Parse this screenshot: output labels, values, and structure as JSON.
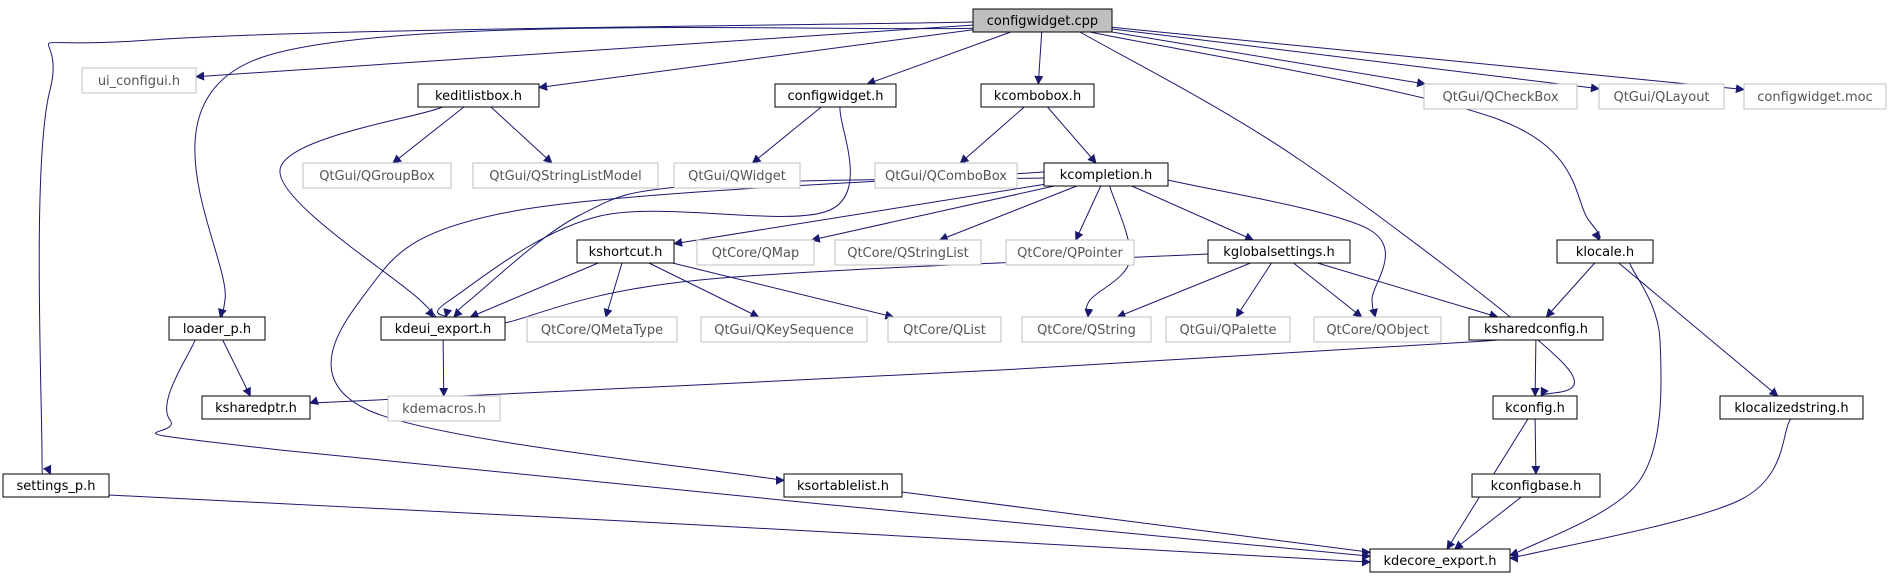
{
  "graph": {
    "nodes": [
      {
        "id": "configwidget_cpp",
        "label": "configwidget.cpp",
        "style": "root"
      },
      {
        "id": "ui_configui_h",
        "label": "ui_configui.h",
        "style": "external"
      },
      {
        "id": "keditlistbox_h",
        "label": "keditlistbox.h",
        "style": "normal"
      },
      {
        "id": "configwidget_h",
        "label": "configwidget.h",
        "style": "normal"
      },
      {
        "id": "kcombobox_h",
        "label": "kcombobox.h",
        "style": "normal"
      },
      {
        "id": "qcheckbox",
        "label": "QtGui/QCheckBox",
        "style": "external"
      },
      {
        "id": "qlayout",
        "label": "QtGui/QLayout",
        "style": "external"
      },
      {
        "id": "configwidget_moc",
        "label": "configwidget.moc",
        "style": "external"
      },
      {
        "id": "qgroupbox",
        "label": "QtGui/QGroupBox",
        "style": "external"
      },
      {
        "id": "qstringlistmodel",
        "label": "QtGui/QStringListModel",
        "style": "external"
      },
      {
        "id": "qwidget",
        "label": "QtGui/QWidget",
        "style": "external"
      },
      {
        "id": "qcombobox",
        "label": "QtGui/QComboBox",
        "style": "external"
      },
      {
        "id": "kcompletion_h",
        "label": "kcompletion.h",
        "style": "normal"
      },
      {
        "id": "kshortcut_h",
        "label": "kshortcut.h",
        "style": "normal"
      },
      {
        "id": "qmap",
        "label": "QtCore/QMap",
        "style": "external"
      },
      {
        "id": "qstringlist",
        "label": "QtCore/QStringList",
        "style": "external"
      },
      {
        "id": "qpointer",
        "label": "QtCore/QPointer",
        "style": "external"
      },
      {
        "id": "kglobalsettings_h",
        "label": "kglobalsettings.h",
        "style": "normal"
      },
      {
        "id": "klocale_h",
        "label": "klocale.h",
        "style": "normal"
      },
      {
        "id": "loader_p_h",
        "label": "loader_p.h",
        "style": "normal"
      },
      {
        "id": "kdeui_export_h",
        "label": "kdeui_export.h",
        "style": "normal"
      },
      {
        "id": "qmetatype",
        "label": "QtCore/QMetaType",
        "style": "external"
      },
      {
        "id": "qkeysequence",
        "label": "QtGui/QKeySequence",
        "style": "external"
      },
      {
        "id": "qlist",
        "label": "QtCore/QList",
        "style": "external"
      },
      {
        "id": "qstring",
        "label": "QtCore/QString",
        "style": "external"
      },
      {
        "id": "qpalette",
        "label": "QtGui/QPalette",
        "style": "external"
      },
      {
        "id": "qobject",
        "label": "QtCore/QObject",
        "style": "external"
      },
      {
        "id": "ksharedconfig_h",
        "label": "ksharedconfig.h",
        "style": "normal"
      },
      {
        "id": "ksharedptr_h",
        "label": "ksharedptr.h",
        "style": "normal"
      },
      {
        "id": "kdemacros_h",
        "label": "kdemacros.h",
        "style": "external"
      },
      {
        "id": "kconfig_h",
        "label": "kconfig.h",
        "style": "normal"
      },
      {
        "id": "klocalizedstring_h",
        "label": "klocalizedstring.h",
        "style": "normal"
      },
      {
        "id": "settings_p_h",
        "label": "settings_p.h",
        "style": "normal"
      },
      {
        "id": "ksortablelist_h",
        "label": "ksortablelist.h",
        "style": "normal"
      },
      {
        "id": "kconfigbase_h",
        "label": "kconfigbase.h",
        "style": "normal"
      },
      {
        "id": "kdecore_export_h",
        "label": "kdecore_export.h",
        "style": "normal"
      }
    ],
    "edges": [
      [
        "configwidget_cpp",
        "ui_configui_h"
      ],
      [
        "configwidget_cpp",
        "keditlistbox_h"
      ],
      [
        "configwidget_cpp",
        "configwidget_h"
      ],
      [
        "configwidget_cpp",
        "kcombobox_h"
      ],
      [
        "configwidget_cpp",
        "qcheckbox"
      ],
      [
        "configwidget_cpp",
        "qlayout"
      ],
      [
        "configwidget_cpp",
        "configwidget_moc"
      ],
      [
        "configwidget_cpp",
        "klocale_h"
      ],
      [
        "configwidget_cpp",
        "kconfig_h"
      ],
      [
        "configwidget_cpp",
        "loader_p_h"
      ],
      [
        "configwidget_cpp",
        "settings_p_h"
      ],
      [
        "keditlistbox_h",
        "qgroupbox"
      ],
      [
        "keditlistbox_h",
        "qstringlistmodel"
      ],
      [
        "keditlistbox_h",
        "kdeui_export_h"
      ],
      [
        "configwidget_h",
        "qwidget"
      ],
      [
        "configwidget_h",
        "kdeui_export_h"
      ],
      [
        "kcombobox_h",
        "qcombobox"
      ],
      [
        "kcombobox_h",
        "kcompletion_h"
      ],
      [
        "kcompletion_h",
        "kshortcut_h"
      ],
      [
        "kcompletion_h",
        "qmap"
      ],
      [
        "kcompletion_h",
        "qstringlist"
      ],
      [
        "kcompletion_h",
        "qpointer"
      ],
      [
        "kcompletion_h",
        "kglobalsettings_h"
      ],
      [
        "kcompletion_h",
        "qstring"
      ],
      [
        "kcompletion_h",
        "qobject"
      ],
      [
        "kcompletion_h",
        "kdeui_export_h"
      ],
      [
        "kcompletion_h",
        "ksortablelist_h"
      ],
      [
        "kshortcut_h",
        "kdeui_export_h"
      ],
      [
        "kshortcut_h",
        "qmetatype"
      ],
      [
        "kshortcut_h",
        "qkeysequence"
      ],
      [
        "kshortcut_h",
        "qlist"
      ],
      [
        "kglobalsettings_h",
        "kdeui_export_h"
      ],
      [
        "kglobalsettings_h",
        "qstring"
      ],
      [
        "kglobalsettings_h",
        "qpalette"
      ],
      [
        "kglobalsettings_h",
        "qobject"
      ],
      [
        "kglobalsettings_h",
        "ksharedconfig_h"
      ],
      [
        "klocale_h",
        "ksharedconfig_h"
      ],
      [
        "klocale_h",
        "klocalizedstring_h"
      ],
      [
        "klocale_h",
        "kdecore_export_h"
      ],
      [
        "loader_p_h",
        "ksharedptr_h"
      ],
      [
        "loader_p_h",
        "kdecore_export_h"
      ],
      [
        "kdeui_export_h",
        "kdemacros_h"
      ],
      [
        "ksharedconfig_h",
        "ksharedptr_h"
      ],
      [
        "ksharedconfig_h",
        "kconfig_h"
      ],
      [
        "kconfig_h",
        "kconfigbase_h"
      ],
      [
        "kconfig_h",
        "kdecore_export_h"
      ],
      [
        "kconfigbase_h",
        "kdecore_export_h"
      ],
      [
        "klocalizedstring_h",
        "kdecore_export_h"
      ],
      [
        "ksortablelist_h",
        "kdecore_export_h"
      ],
      [
        "settings_p_h",
        "kdecore_export_h"
      ]
    ],
    "colors": {
      "edge": "#191970",
      "root_fill": "#bfbfbf",
      "normal_border": "#000000",
      "external_border": "#bfbfbf",
      "external_text": "#555555",
      "text": "#000000"
    }
  }
}
